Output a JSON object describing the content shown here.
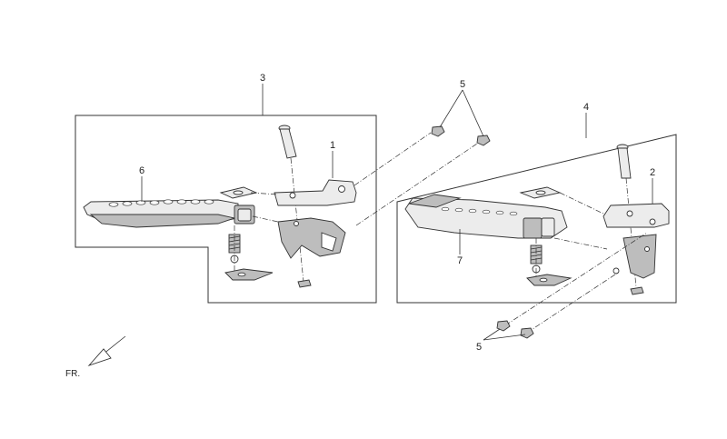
{
  "callouts": {
    "c1": "1",
    "c2": "2",
    "c3": "3",
    "c4": "4",
    "c5_top": "5",
    "c5_bottom": "5",
    "c6": "6",
    "c7": "7"
  },
  "orientation": {
    "label": "FR."
  }
}
